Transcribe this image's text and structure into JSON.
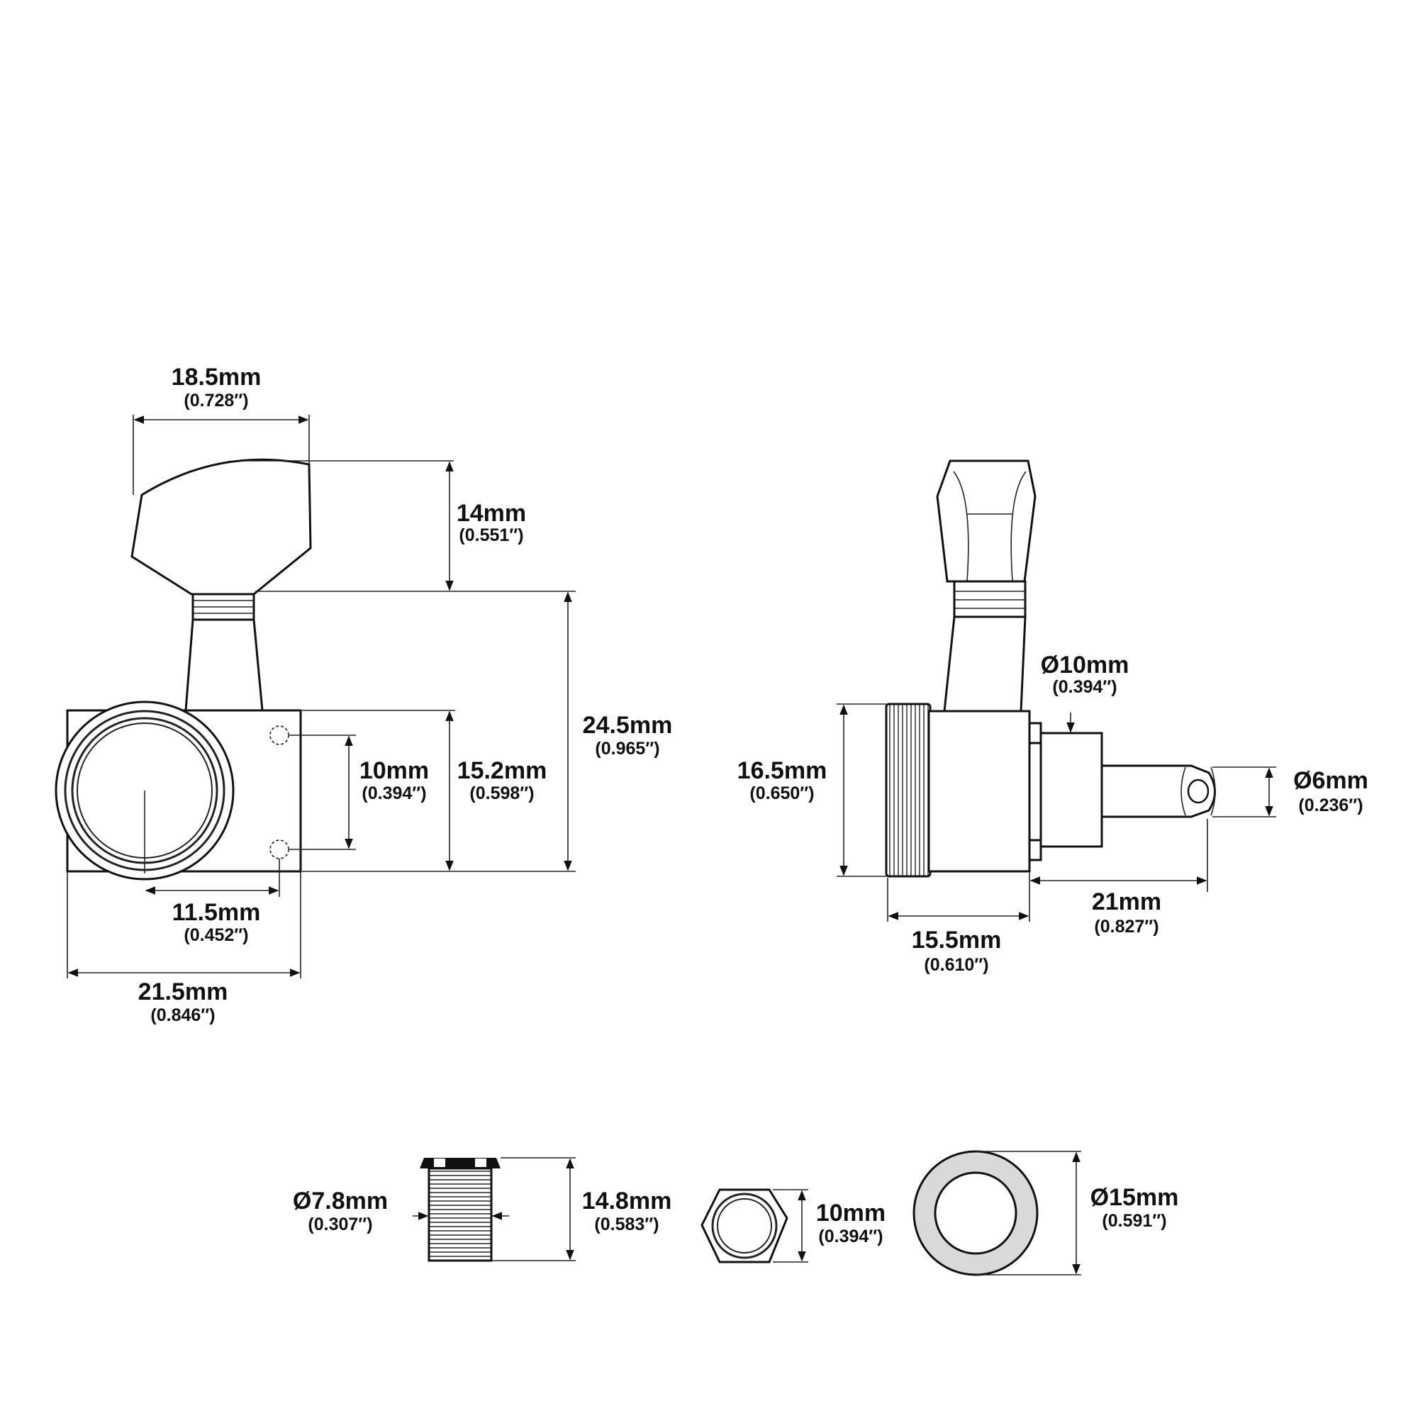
{
  "dimensions": {
    "front_button_width": {
      "mm": "18.5mm",
      "inch": "(0.728″)"
    },
    "front_button_height": {
      "mm": "14mm",
      "inch": "(0.551″)"
    },
    "front_total_height": {
      "mm": "24.5mm",
      "inch": "(0.965″)"
    },
    "front_screw_spacing": {
      "mm": "10mm",
      "inch": "(0.394″)"
    },
    "front_housing_height": {
      "mm": "15.2mm",
      "inch": "(0.598″)"
    },
    "front_post_to_screw": {
      "mm": "11.5mm",
      "inch": "(0.452″)"
    },
    "front_housing_width": {
      "mm": "21.5mm",
      "inch": "(0.846″)"
    },
    "side_post_base_dia": {
      "mm": "Ø10mm",
      "inch": "(0.394″)"
    },
    "side_housing_height": {
      "mm": "16.5mm",
      "inch": "(0.650″)"
    },
    "side_post_tip_dia": {
      "mm": "Ø6mm",
      "inch": "(0.236″)"
    },
    "side_post_length": {
      "mm": "21mm",
      "inch": "(0.827″)"
    },
    "side_housing_depth": {
      "mm": "15.5mm",
      "inch": "(0.610″)"
    },
    "bushing_dia": {
      "mm": "Ø7.8mm",
      "inch": "(0.307″)"
    },
    "bushing_height": {
      "mm": "14.8mm",
      "inch": "(0.583″)"
    },
    "hex_nut_size": {
      "mm": "10mm",
      "inch": "(0.394″)"
    },
    "washer_dia": {
      "mm": "Ø15mm",
      "inch": "(0.591″)"
    }
  }
}
